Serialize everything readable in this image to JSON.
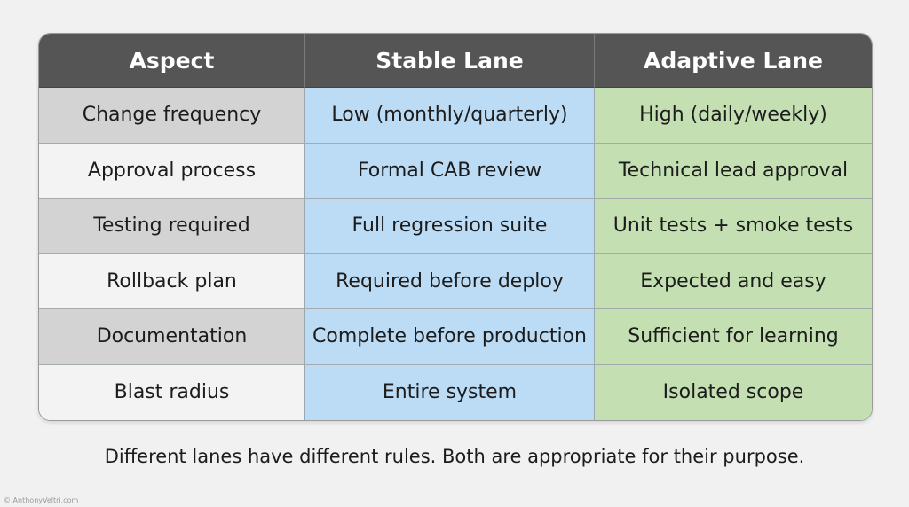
{
  "table": {
    "headers": [
      "Aspect",
      "Stable Lane",
      "Adaptive Lane"
    ],
    "rows": [
      [
        "Change frequency",
        "Low (monthly/quarterly)",
        "High (daily/weekly)"
      ],
      [
        "Approval process",
        "Formal CAB review",
        "Technical lead approval"
      ],
      [
        "Testing required",
        "Full regression suite",
        "Unit tests + smoke tests"
      ],
      [
        "Rollback plan",
        "Required before deploy",
        "Expected and easy"
      ],
      [
        "Documentation",
        "Complete before production",
        "Sufficient for learning"
      ],
      [
        "Blast radius",
        "Entire system",
        "Isolated scope"
      ]
    ]
  },
  "caption": "Different lanes have different rules. Both are appropriate for their purpose.",
  "watermark": "© AnthonyVeltri.com",
  "colors": {
    "header_bg": "#555555",
    "aspect_dark": "#d3d3d3",
    "aspect_light": "#f3f3f3",
    "stable_bg": "#bcdcf5",
    "adaptive_bg": "#c4e0b3",
    "page_bg": "#f1f1f1"
  }
}
